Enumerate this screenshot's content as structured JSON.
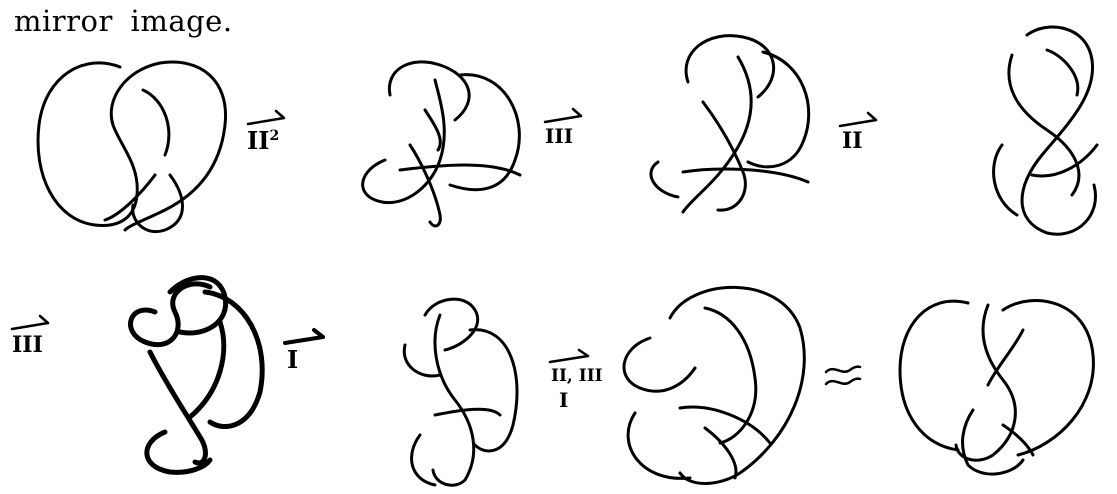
{
  "caption": "mirror image.",
  "moves": {
    "m1": "II",
    "m1_sup": "2",
    "m2": "III",
    "m3": "II",
    "m4": "III",
    "m5": "I",
    "m6_top": "II, III",
    "m6_bottom": "I"
  },
  "equivalence_symbol": "≈"
}
